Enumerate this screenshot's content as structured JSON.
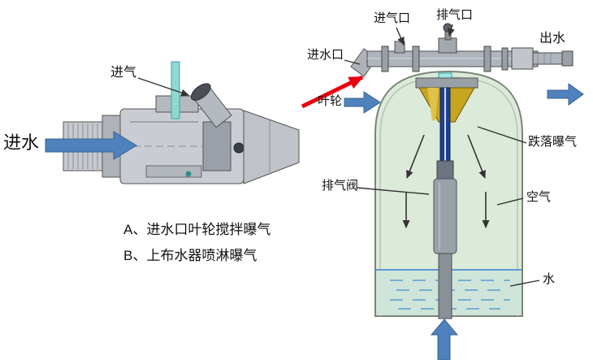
{
  "diagram": {
    "labels": {
      "air_intake": "进气",
      "water_inlet_left": "进水",
      "air_inlet_port": "进气口",
      "exhaust_port": "排气口",
      "water_outlet": "出水",
      "water_inlet_port": "进水口",
      "impeller": "叶轮",
      "falling_aeration": "跌落曝气",
      "exhaust_valve": "排气阀",
      "air": "空气",
      "water": "水"
    },
    "captions": {
      "line_a": "A、进水口叶轮搅拌曝气",
      "line_b": "B、上布水器喷淋曝气"
    },
    "colors": {
      "arrow_blue": "#4f81bd",
      "callout_red": "#e8000d",
      "tank_fill": "#dcead9",
      "funnel_yellow": "#c8a51f",
      "pipe_gray": "#b0b5bd",
      "water_line_blue": "#5b9bd5",
      "air_pipe_teal": "#8fd8d2",
      "center_pipe_blue": "#1f3f8f"
    }
  }
}
